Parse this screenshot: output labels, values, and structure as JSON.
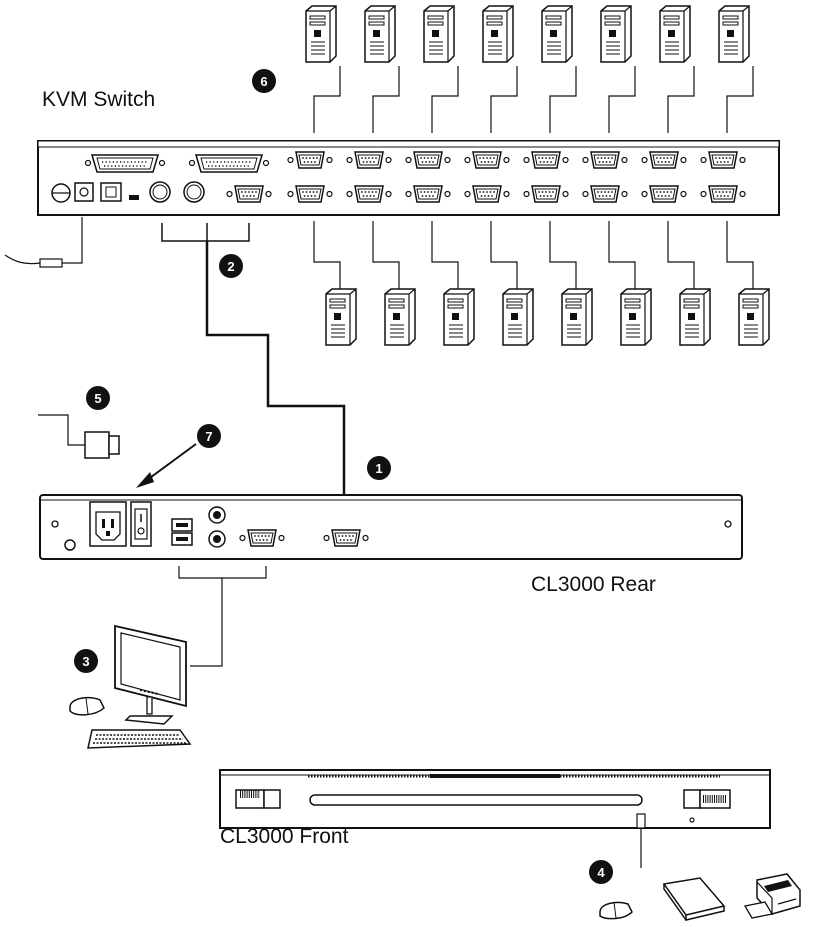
{
  "labels": {
    "kvm_switch": "KVM Switch",
    "cl3000_rear": "CL3000 Rear",
    "cl3000_front": "CL3000 Front"
  },
  "callouts": {
    "c1": "1",
    "c2": "2",
    "c3": "3",
    "c4": "4",
    "c5": "5",
    "c6": "6",
    "c7": "7"
  },
  "colors": {
    "line": "#111111",
    "fill": "#ffffff",
    "callout_bg": "#111111"
  }
}
